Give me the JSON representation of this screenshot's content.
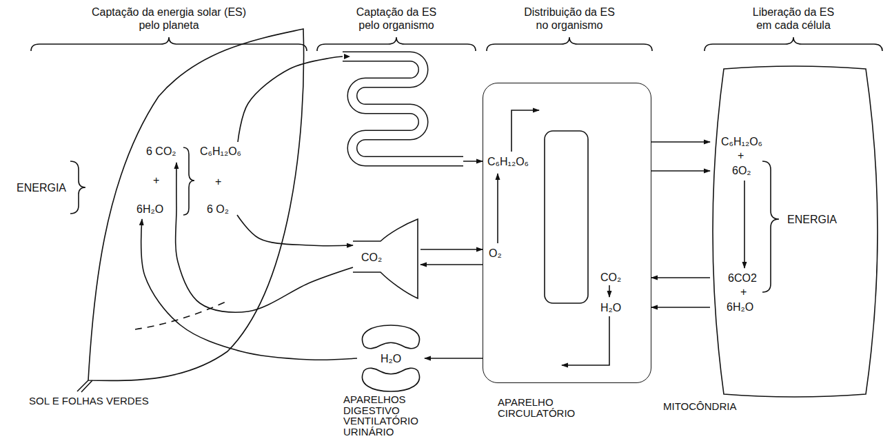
{
  "diagram": {
    "nodes": [
      {
        "text": [
          "6 CO₂",
          "C₆H₁₂O₆",
          "+",
          "+",
          "6H₂O",
          "6 O₂"
        ]
      },
      {
        "text": [
          "CO₂"
        ]
      },
      {
        "text": [
          "H₂O"
        ]
      },
      {
        "text": [
          "C₆H₁₂O₆",
          "O₂",
          "CO₂",
          "H₂O"
        ]
      },
      {
        "text": [
          "C₆H₁₂O₆",
          "+",
          "6O₂",
          "ENERGIA",
          "6CO2",
          "+",
          "6H₂O"
        ]
      }
    ],
    "edges": [
      {
        "from": 0,
        "to": 3,
        "arrow": "to"
      },
      {
        "from": 0,
        "to": 1,
        "arrow": "to"
      },
      {
        "from": 1,
        "to": 0,
        "arrow": "to"
      },
      {
        "from": 2,
        "to": 0,
        "arrow": "to"
      },
      {
        "from": 1,
        "to": 3,
        "arrow": "to"
      },
      {
        "from": 3,
        "to": 1,
        "arrow": "to"
      },
      {
        "from": 3,
        "to": 2,
        "arrow": "to"
      },
      {
        "from": 3,
        "to": 4,
        "arrow": "to"
      },
      {
        "from": 3,
        "to": 4,
        "arrow": "to"
      },
      {
        "from": 4,
        "to": 3,
        "arrow": "to"
      },
      {
        "from": 4,
        "to": 3,
        "arrow": "to"
      }
    ],
    "labels": [
      "Captação da energia solar (ES) pelo planeta",
      "Captação da ES pelo organismo",
      "Distribuição da ES no organismo",
      "Liberação da ES em cada célula",
      "ENERGIA",
      "SOL E FOLHAS VERDES",
      "APARELHOS DIGESTIVO VENTILATÓRIO URINÁRIO",
      "APARELHO CIRCULATÓRIO",
      "MITOCÔNDRIA"
    ]
  }
}
